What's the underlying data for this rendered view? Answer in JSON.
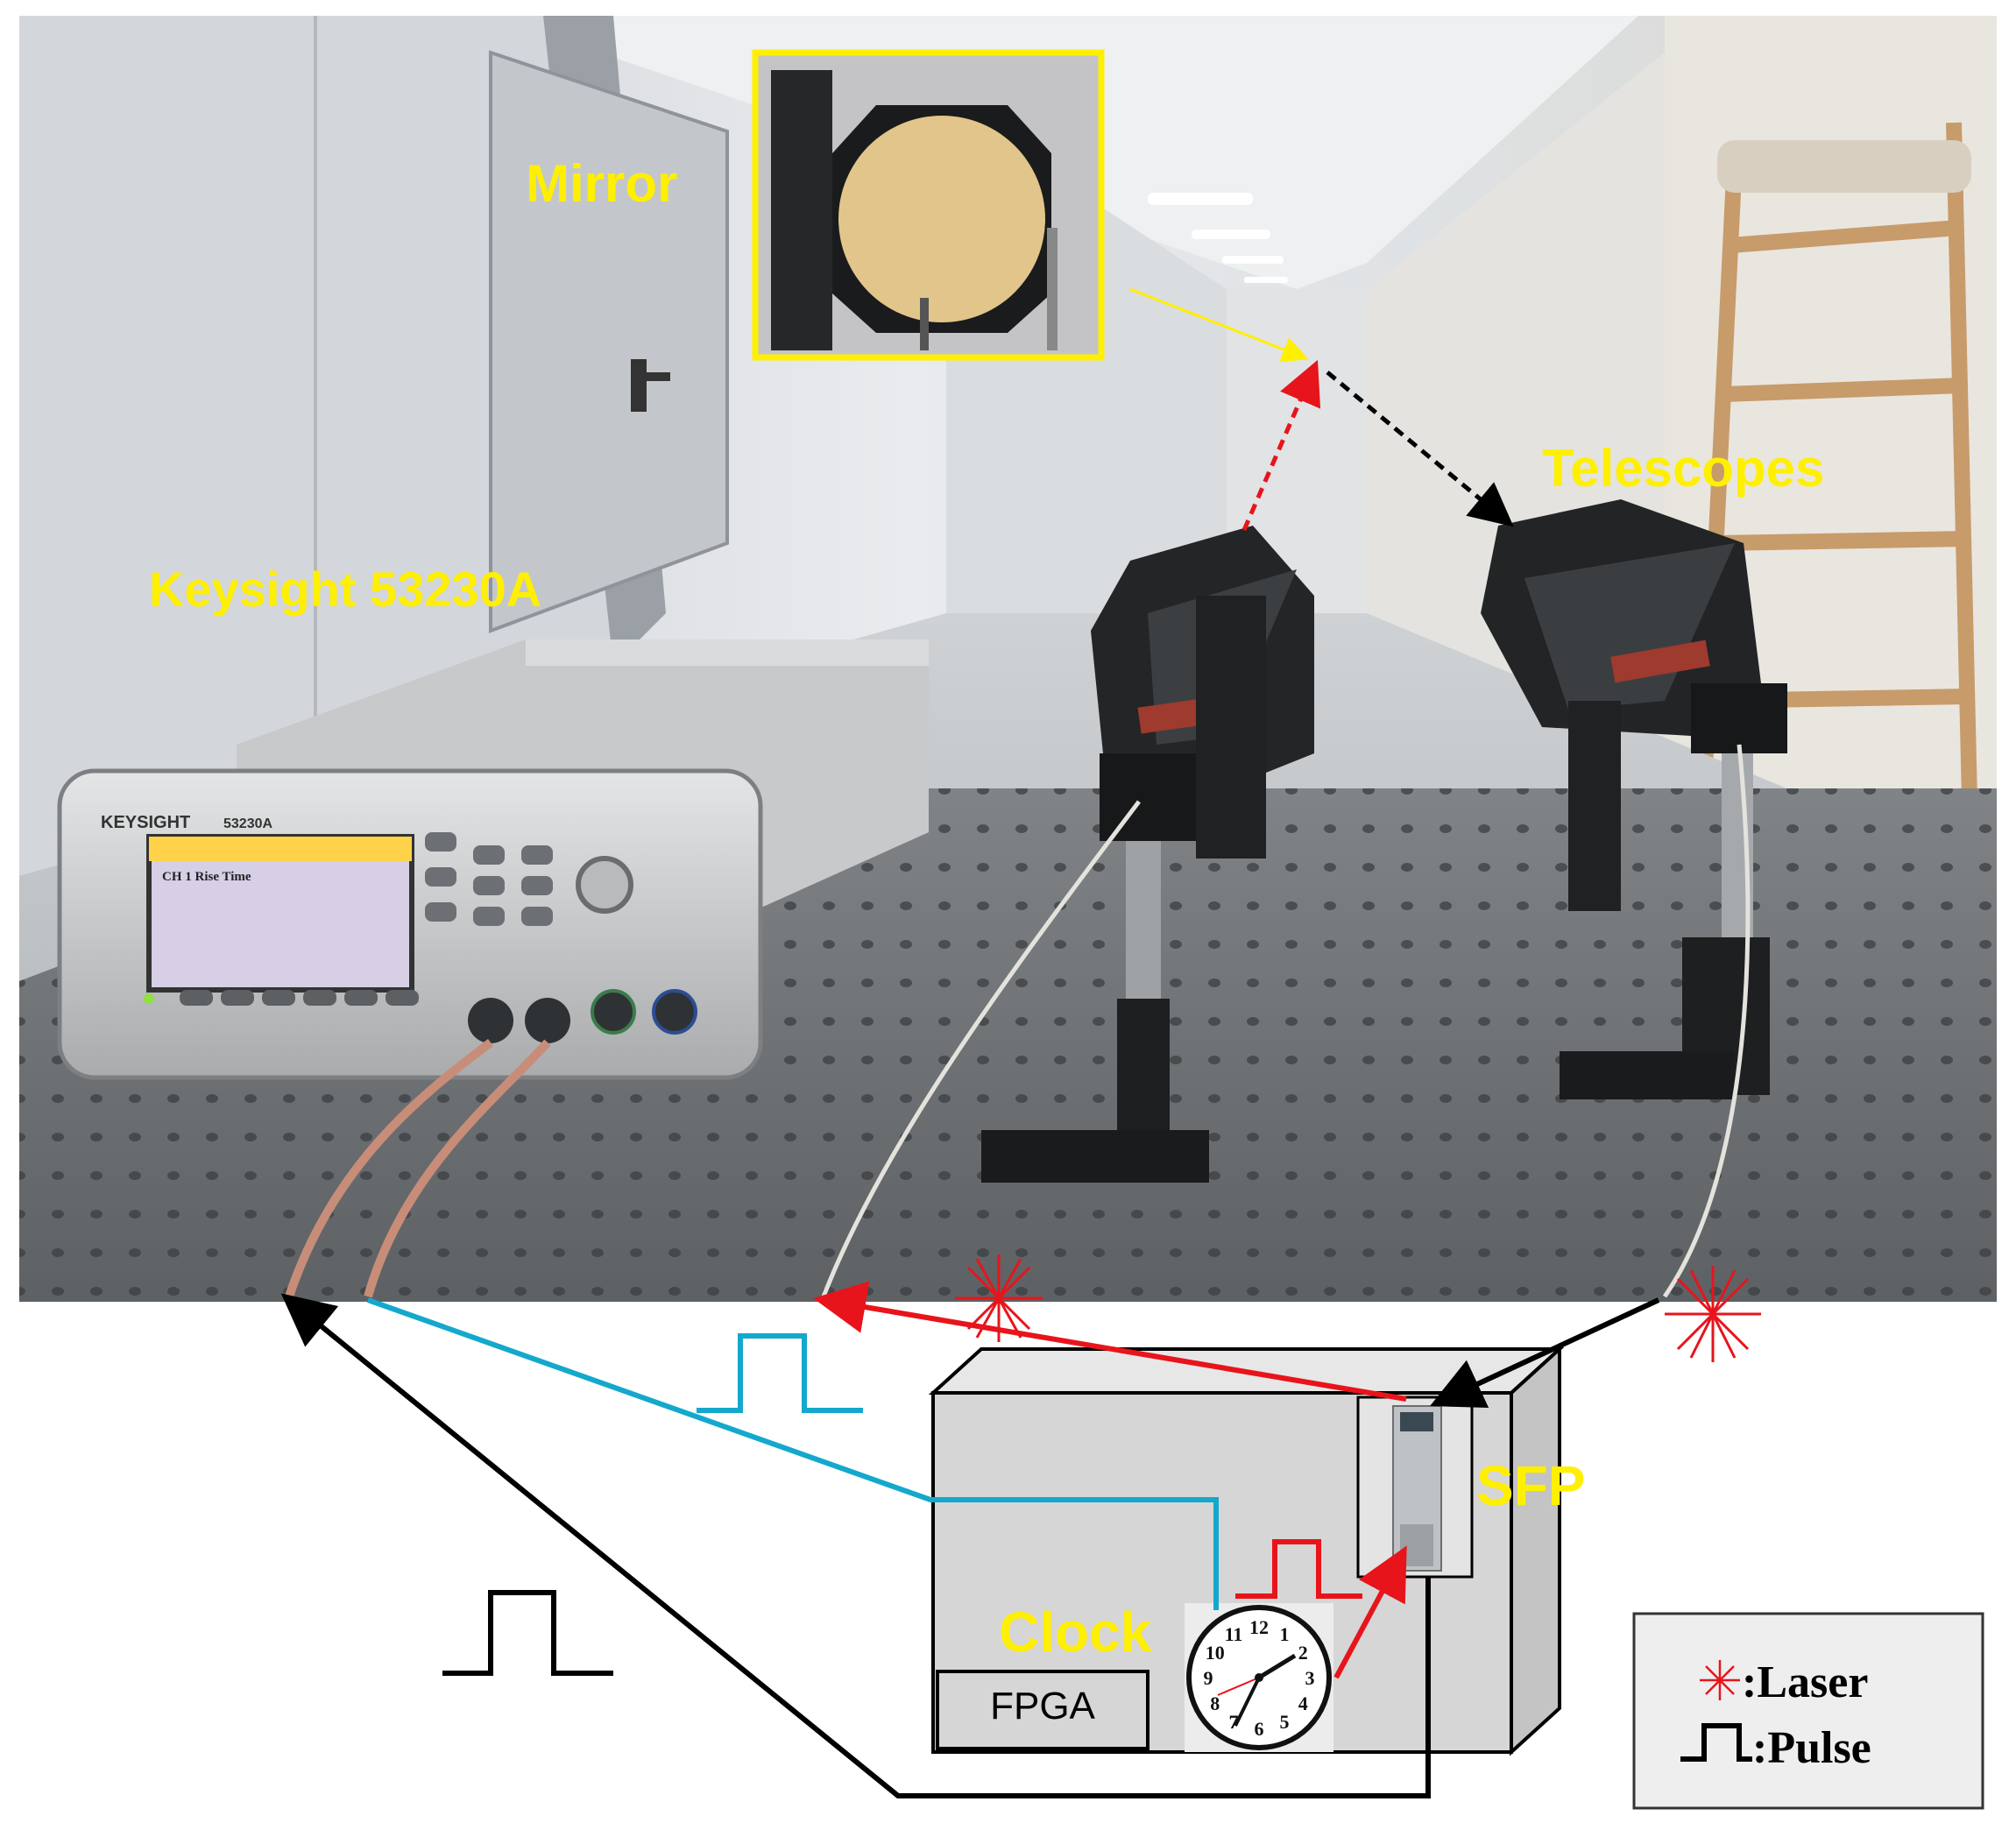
{
  "labels": {
    "mirror": "Mirror",
    "telescopes": "Telescopes",
    "instrument": "Keysight 53230A",
    "sfp": "SFP",
    "clock": "Clock",
    "fpga": "FPGA"
  },
  "instrument_panel": {
    "brand": "KEYSIGHT",
    "model": "53230A",
    "screen_title": "CH 1 Rise Time"
  },
  "legend": {
    "laser_label": ":Laser",
    "pulse_label": ":Pulse"
  },
  "clock_face": {
    "numbers": [
      "12",
      "1",
      "2",
      "3",
      "4",
      "5",
      "6",
      "7",
      "8",
      "9",
      "10",
      "11"
    ]
  },
  "colors": {
    "label_yellow": "#ffef00",
    "laser_red": "#e8141b",
    "pulse_cyan": "#14a8cc",
    "black_line": "#000000",
    "box_gray": "#d6d6d6"
  }
}
